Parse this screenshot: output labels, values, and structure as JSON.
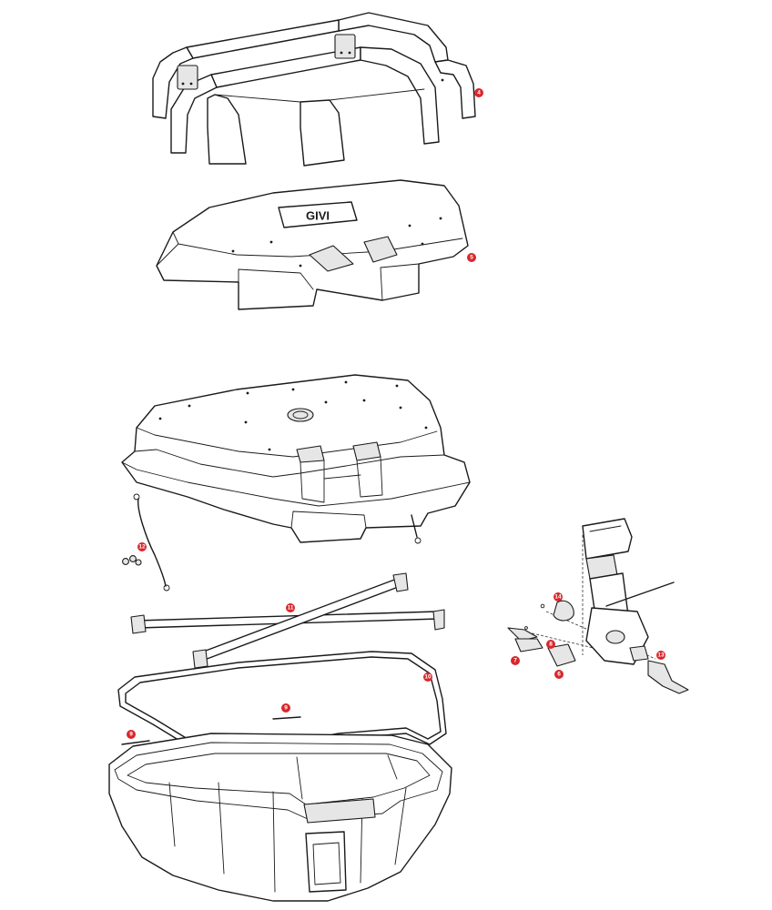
{
  "colors": {
    "callout": "#d9262b",
    "line": "#1a1a1a",
    "part_fill": "#ffffff",
    "shade": "#e6e6e6"
  },
  "logo": {
    "text": "GIVI"
  },
  "callouts": [
    {
      "id": "callout-4",
      "label": "4"
    },
    {
      "id": "callout-5",
      "label": "5"
    },
    {
      "id": "callout-12",
      "label": "12"
    },
    {
      "id": "callout-11",
      "label": "11"
    },
    {
      "id": "callout-10",
      "label": "10"
    },
    {
      "id": "callout-9a",
      "label": "9"
    },
    {
      "id": "callout-9b",
      "label": "9"
    },
    {
      "id": "callout-14",
      "label": "14"
    },
    {
      "id": "callout-7",
      "label": "7"
    },
    {
      "id": "callout-8",
      "label": "8"
    },
    {
      "id": "callout-6",
      "label": "6"
    },
    {
      "id": "callout-13",
      "label": "13"
    }
  ]
}
